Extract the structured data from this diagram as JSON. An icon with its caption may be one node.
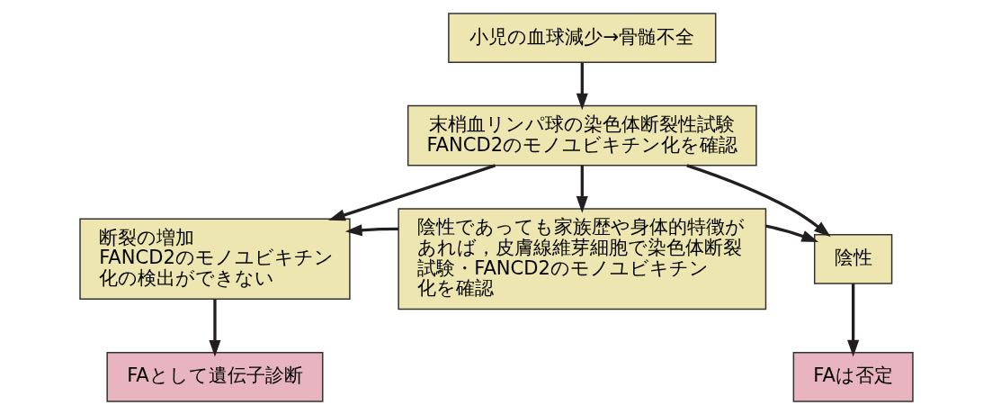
{
  "diagram": {
    "nodes": [
      {
        "text": [
          "小児の血球減少→骨髄不全"
        ]
      },
      {
        "text": [
          "末梢血リンパ球の染色体断裂性試験",
          "FANCD2のモノユビキチン化を確認"
        ]
      },
      {
        "text": [
          "断裂の増加",
          "FANCD2のモノユビキチン化の検出ができない"
        ]
      },
      {
        "text": [
          "陰性であっても家族歴や身体的特徴があれば，皮膚線維芽細胞で染色体断裂試験・FANCD2のモノユビキチン化を確認"
        ]
      },
      {
        "text": [
          "陰性"
        ]
      },
      {
        "text": [
          "FAとして遺伝子診断"
        ]
      },
      {
        "text": [
          "FAは否定"
        ]
      }
    ],
    "edges": [
      {
        "from": 0,
        "to": 1,
        "arrow": "to"
      },
      {
        "from": 1,
        "to": 2,
        "arrow": "to"
      },
      {
        "from": 1,
        "to": 3,
        "arrow": "to"
      },
      {
        "from": 1,
        "to": 4,
        "arrow": "to"
      },
      {
        "from": 3,
        "to": 2,
        "arrow": "to"
      },
      {
        "from": 3,
        "to": 4,
        "arrow": "to"
      },
      {
        "from": 2,
        "to": 5,
        "arrow": "to"
      },
      {
        "from": 4,
        "to": 6,
        "arrow": "to"
      }
    ]
  }
}
